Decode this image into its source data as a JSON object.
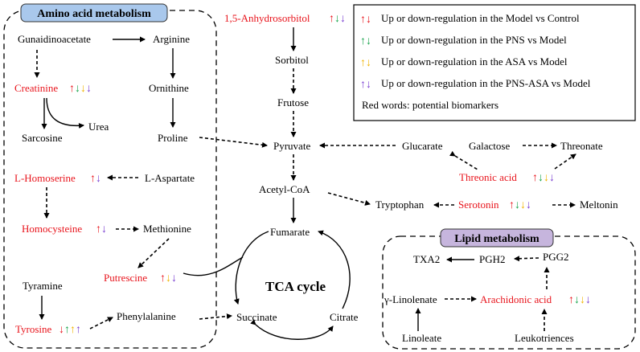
{
  "colors": {
    "model_vs_control": "#e8141c",
    "pns_vs_model": "#16a34a",
    "asa_vs_model": "#f0b400",
    "pnsasa_vs_model": "#7a3fd1",
    "biomarker": "#e8141c",
    "amino_header": "#a9c8ec",
    "lipid_header": "#c6b5dd"
  },
  "panels": {
    "amino_title": "Amino acid metabolism",
    "lipid_title": "Lipid metabolism",
    "tca_title": "TCA cycle"
  },
  "legend": {
    "items": [
      {
        "text": "Up or down-regulation  in the Model vs Control",
        "color": "#e8141c"
      },
      {
        "text": "Up or down-regulation  in the PNS vs Model",
        "color": "#16a34a"
      },
      {
        "text": "Up or down-regulation  in the ASA vs Model",
        "color": "#f0b400"
      },
      {
        "text": "Up or down-regulation  in the PNS-ASA vs Model",
        "color": "#7a3fd1"
      }
    ],
    "note": "Red words:  potential  biomarkers"
  },
  "nodes": {
    "gunaidinoacetate": "Gunaidinoacetate",
    "arginine": "Arginine",
    "creatinine": "Creatinine",
    "ornithine": "Ornithine",
    "urea": "Urea",
    "sarcosine": "Sarcosine",
    "proline": "Proline",
    "l_homoserine": "L-Homoserine",
    "l_aspartate": "L-Aspartate",
    "homocysteine": "Homocysteine",
    "methionine": "Methionine",
    "putrescine": "Putrescine",
    "tyramine": "Tyramine",
    "tyrosine": "Tyrosine",
    "phenylalanine": "Phenylalanine",
    "anhydrosorbitol": "1,5-Anhydrosorbitol",
    "sorbitol": "Sorbitol",
    "frutose": "Frutose",
    "pyruvate": "Pyruvate",
    "acetyl_coa": "Acetyl-CoA",
    "fumarate": "Fumarate",
    "succinate": "Succinate",
    "citrate": "Citrate",
    "glucarate": "Glucarate",
    "galactose": "Galactose",
    "threonate": "Threonate",
    "threonic_acid": "Threonic  acid",
    "tryptophan": "Tryptophan",
    "serotonin": "Serotonin",
    "meltonin": "Meltonin",
    "txa2": "TXA2",
    "pgh2": "PGH2",
    "pgg2": "PGG2",
    "linolenate": "γ-Linolenate",
    "arachidonic": "Arachidonic  acid",
    "linoleate": "Linoleate",
    "leukotriences": "Leukotriences"
  }
}
